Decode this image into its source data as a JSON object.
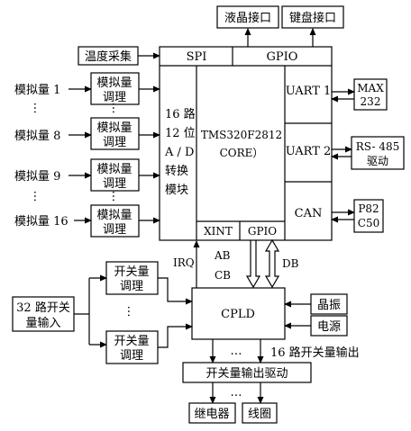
{
  "diagram": {
    "lcd": "液晶接口",
    "keyboard": "键盘接口",
    "temperature": "温度采集",
    "spi": "SPI",
    "gpio_top": "GPIO",
    "analog_labels": [
      "模拟量 1",
      "模拟量 8",
      "模拟量 9",
      "模拟量 16"
    ],
    "conditioner": [
      "模拟量",
      "调理"
    ],
    "adc": [
      "16 路",
      "12 位",
      "A / D",
      "转换",
      "模块"
    ],
    "core": [
      "TMS320F2812",
      "CORE）"
    ],
    "uart1": "UART 1",
    "uart2": "UART 2",
    "can": "CAN",
    "max232": [
      "MAX",
      "232"
    ],
    "rs485": [
      "RS- 485",
      "驱动"
    ],
    "p82c50": [
      "P82",
      "C50"
    ],
    "xint": "XINT",
    "gpio_bottom": "GPIO",
    "irq": "IRQ",
    "ab": "AB",
    "cb": "CB",
    "db": "DB",
    "switch_in_cond": [
      "开关量",
      "调理"
    ],
    "switch_input": [
      "32 路开关",
      "量输入"
    ],
    "cpld": "CPLD",
    "crystal": "晶振",
    "power": "电源",
    "switch_out_label": "16 路开关量输出",
    "switch_driver": "开关量输出驱动",
    "relay": "继电器",
    "coil": "线圈",
    "dots": "…"
  }
}
